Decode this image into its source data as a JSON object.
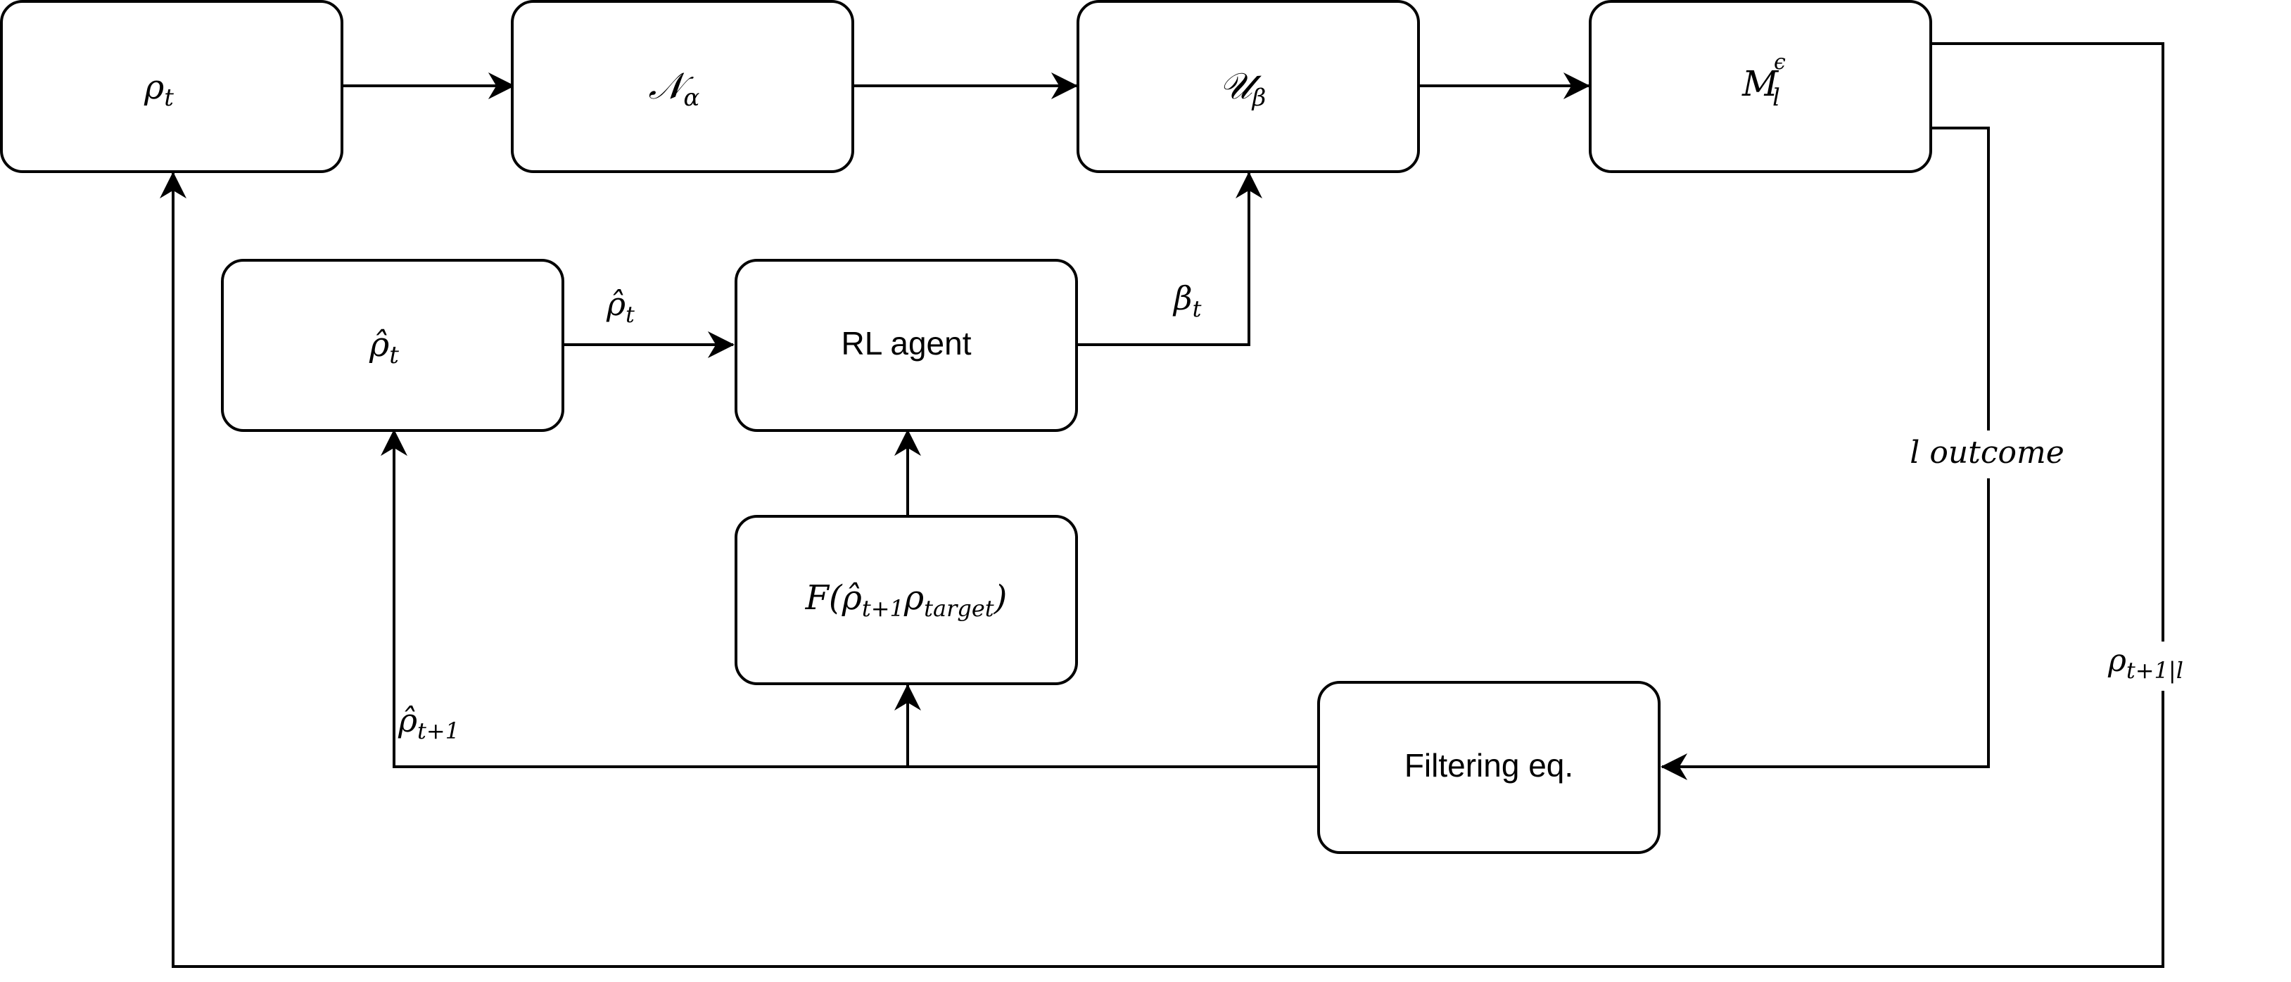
{
  "nodes": {
    "rho_t": {
      "label": "ρ",
      "sub": "t",
      "label_style": "math"
    },
    "noise": {
      "label": "𝒩",
      "sub": "α",
      "label_style": "math"
    },
    "unitary": {
      "label": "𝒰",
      "sub": "β",
      "label_style": "math"
    },
    "measure": {
      "label": "M",
      "sub": "l",
      "sup": "ϵ",
      "label_style": "math"
    },
    "rho_hat_t": {
      "label": "ρ̂",
      "sub": "t",
      "label_style": "math"
    },
    "rl_agent": {
      "label": "RL agent",
      "label_style": "plain"
    },
    "fidelity": {
      "label_prefix": "F(",
      "rho_hat": "ρ̂",
      "sub1": "t+1",
      "rho": "ρ",
      "sub2": "target",
      "label_suffix": ")",
      "label_style": "math"
    },
    "filtering": {
      "label": "Filtering eq.",
      "label_style": "plain"
    }
  },
  "edge_labels": {
    "rho_hat_t_to_agent": {
      "label": "ρ̂",
      "sub": "t"
    },
    "agent_to_unitary": {
      "label": "β",
      "sub": "t"
    },
    "measurement_outcome": {
      "label": "l outcome"
    },
    "post_measurement_state": {
      "label": "ρ",
      "sub": "t+1|l"
    },
    "filter_output": {
      "label": "ρ̂",
      "sub": "t+1"
    }
  }
}
